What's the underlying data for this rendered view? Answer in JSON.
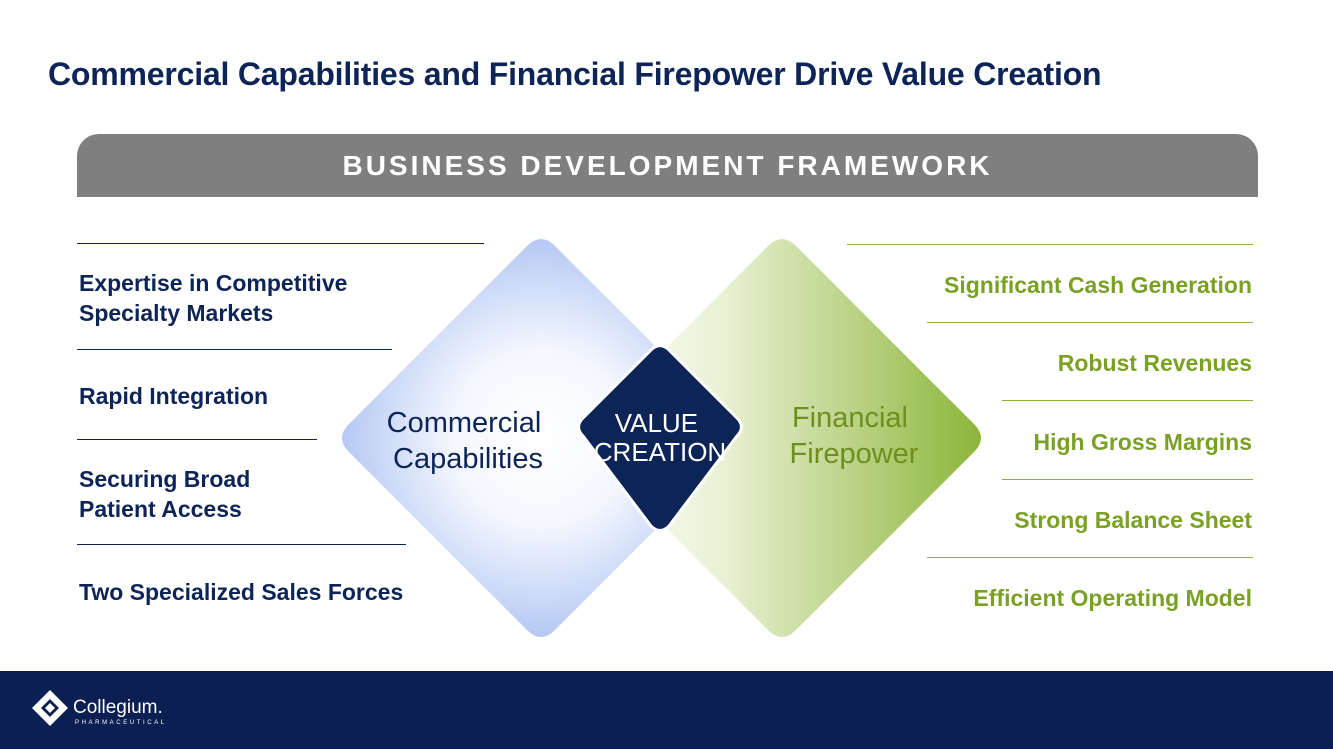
{
  "title": "Commercial Capabilities and Financial Firepower Drive Value Creation",
  "banner": "BUSINESS DEVELOPMENT FRAMEWORK",
  "diagram": {
    "left_diamond": {
      "line1": "Commercial",
      "line2": "Capabilities"
    },
    "center_diamond": {
      "line1": "VALUE",
      "line2": "CREATION"
    },
    "right_diamond": {
      "line1": "Financial",
      "line2": "Firepower"
    }
  },
  "left_items": [
    "Expertise in Competitive\nSpecialty Markets",
    "Rapid Integration",
    "Securing Broad\nPatient Access",
    "Two Specialized Sales Forces"
  ],
  "right_items": [
    "Significant Cash Generation",
    "Robust Revenues",
    "High Gross Margins",
    "Strong Balance Sheet",
    "Efficient Operating Model"
  ],
  "colors": {
    "navy": "#0d2457",
    "green": "#7aa124",
    "banner_gray": "#7f7f7f",
    "footer": "#0b1f52"
  },
  "footer": {
    "logo_name": "Collegium",
    "logo_dot": ".",
    "logo_sub": "PHARMACEUTICAL"
  }
}
